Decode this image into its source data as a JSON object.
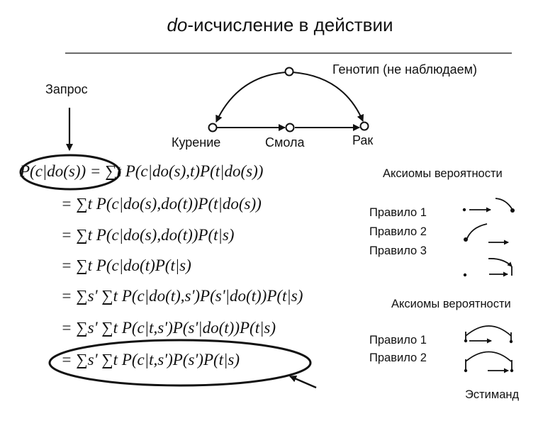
{
  "slide": {
    "title_italic": "do",
    "title_rest": "-исчисление в действии",
    "query_label": "Запрос",
    "estimand_label": "Эстиманд"
  },
  "diagram": {
    "genotype_label": "Генотип (не наблюдаем)",
    "smoking_label": "Курение",
    "tar_label": "Смола",
    "cancer_label": "Рак"
  },
  "derivation": {
    "lines": [
      "P(c|do(s)) = ∑t P(c|do(s),t)P(t|do(s))",
      "= ∑t P(c|do(s),do(t))P(t|do(s))",
      "= ∑t P(c|do(s),do(t))P(t|s)",
      "= ∑t P(c|do(t)P(t|s)",
      "= ∑s' ∑t P(c|do(t),s')P(s'|do(t))P(t|s)",
      "= ∑s' ∑t P(c|t,s')P(s'|do(t))P(t|s)",
      "= ∑s' ∑t P(c|t,s')P(s')P(t|s)"
    ]
  },
  "axioms_top": {
    "heading": "Аксиомы вероятности",
    "rules": [
      "Правило 1",
      "Правило 2",
      "Правило 3"
    ]
  },
  "axioms_bottom": {
    "heading": "Аксиомы вероятности",
    "rules": [
      "Правило 1",
      "Правило 2"
    ]
  }
}
